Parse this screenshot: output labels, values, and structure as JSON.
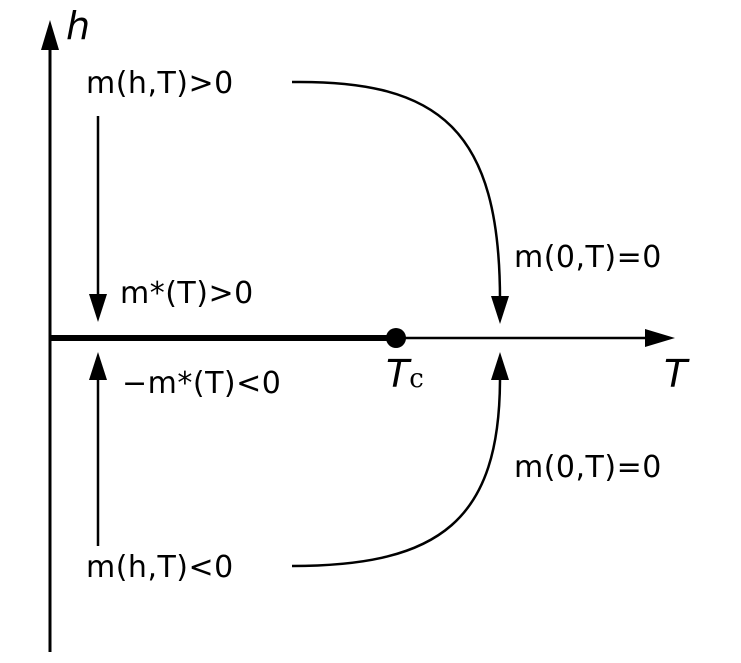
{
  "axes": {
    "vertical_label": "h",
    "horizontal_label": "T"
  },
  "critical_point": {
    "label": "T",
    "subscript": "c"
  },
  "labels": {
    "top_left": "m(h,T)>0",
    "bottom_left": "m(h,T)<0",
    "upper_branch": "m*(T)>0",
    "lower_branch": "−m*(T)<0",
    "right_upper": "m(0,T)=0",
    "right_lower": "m(0,T)=0"
  }
}
